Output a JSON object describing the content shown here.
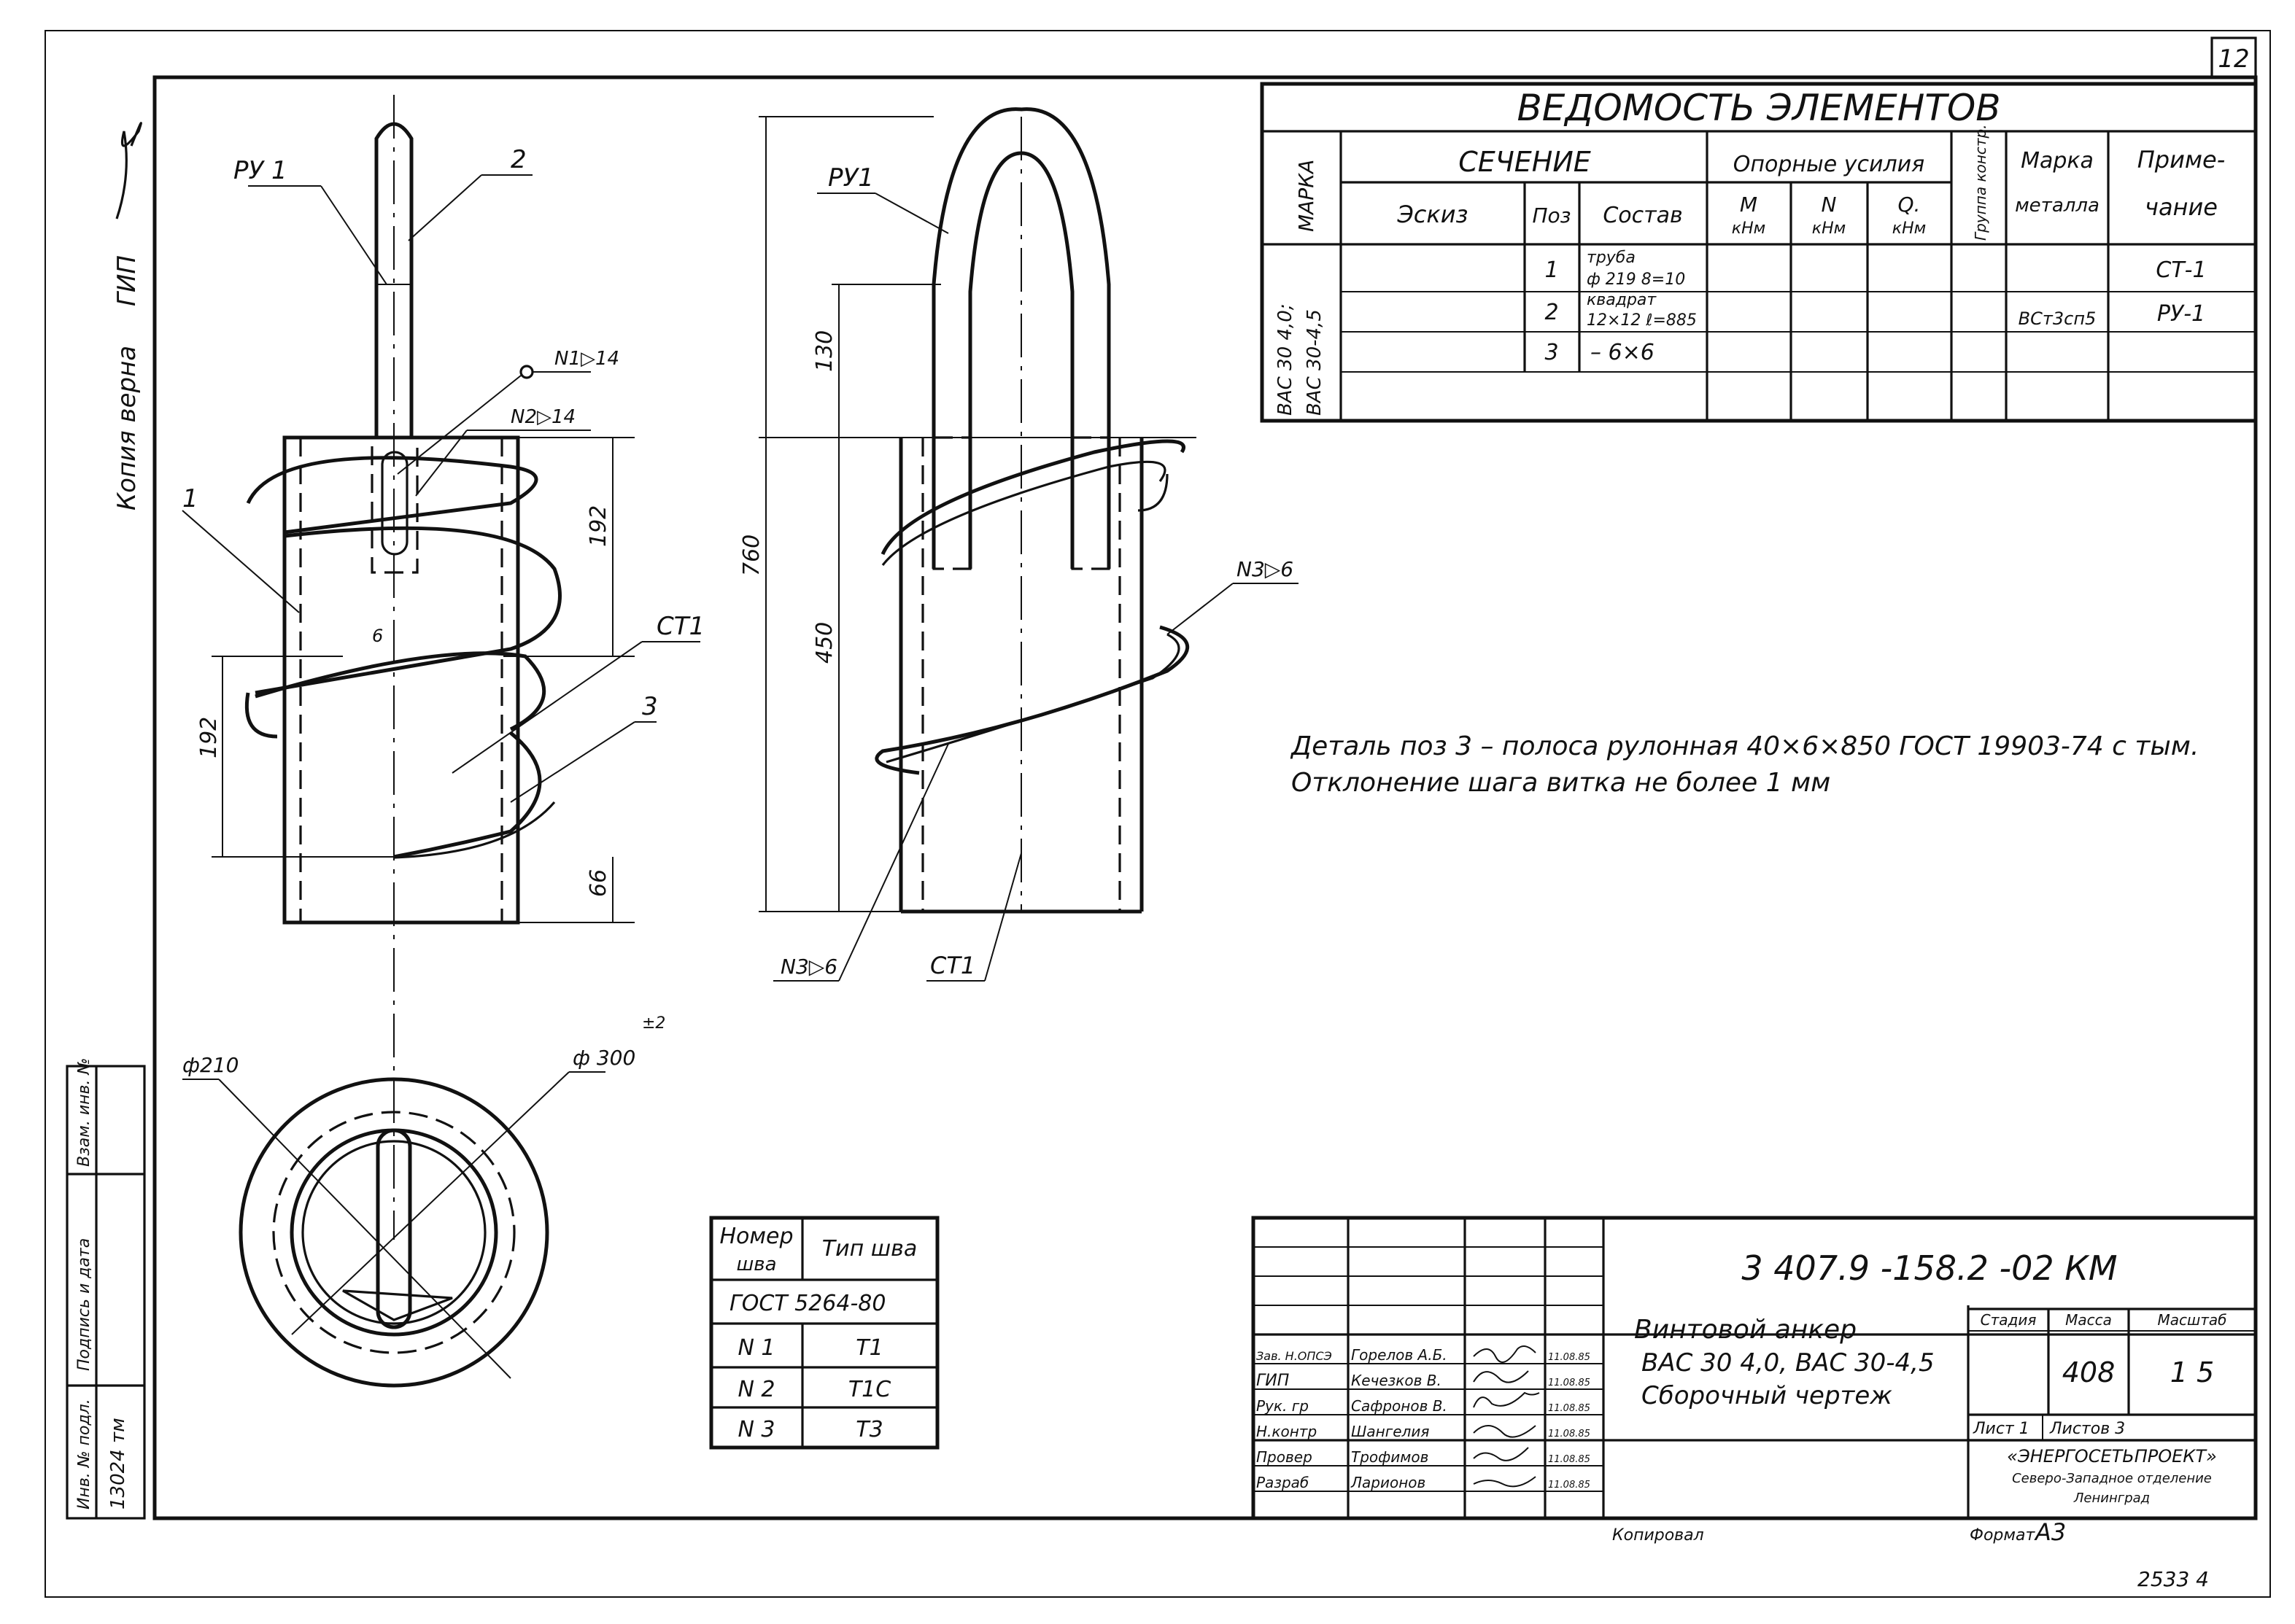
{
  "sheet_number": "12",
  "copy_note": "Копия верна",
  "gip_label": "ГИП",
  "elements_table": {
    "title": "ВЕДОМОСТЬ ЭЛЕМЕНТОВ",
    "headers": {
      "marka": "МАРКА",
      "section": "СЕЧЕНИЕ",
      "sketch": "Эскиз",
      "pos": "Поз",
      "composition": "Состав",
      "forces": "Опорные усилия",
      "m": "М",
      "n": "N",
      "q": "Q.",
      "unit": "кНм",
      "group": "Группа констр.",
      "metal_line1": "Марка",
      "metal_line2": "металла",
      "note_line1": "Приме-",
      "note_line2": "чание"
    },
    "marka_values": [
      "ВАС 30 4,0;",
      "ВАС 30-4,5"
    ],
    "rows": [
      {
        "pos": "1",
        "comp_line1": "труба",
        "comp_line2": "ф 219 8=10",
        "note": "СТ-1"
      },
      {
        "pos": "2",
        "comp_line1": "квадрат",
        "comp_line2": "12×12 ℓ=885",
        "note": "РУ-1"
      },
      {
        "pos": "3",
        "comp_line1": "– 6×6",
        "comp_line2": "",
        "note": ""
      }
    ],
    "metal": "ВСт3сп5"
  },
  "left_view": {
    "labels": {
      "ru1": "РУ 1",
      "num2": "2",
      "num1": "1",
      "num3": "3",
      "ct1": "СТ1",
      "weld1": "N1▷14",
      "weld2": "N2▷14",
      "six": "6"
    },
    "dims": {
      "d192a": "192",
      "d192b": "192",
      "d66": "66"
    }
  },
  "right_view": {
    "labels": {
      "ru1": "РУ1",
      "weld3a": "N3▷6",
      "weld3b": "N3▷6",
      "ct1": "СТ1"
    },
    "dims": {
      "d130": "130",
      "d760": "760",
      "d450": "450"
    }
  },
  "plan_view": {
    "labels": {
      "d210": "ф210",
      "d300": "ф 300",
      "tol": "±2"
    }
  },
  "notes": [
    "Деталь поз 3 – полоса рулонная 40×6×850 ГОСТ 19903-74 с тым.",
    "Отклонение шага витка не более 1 мм"
  ],
  "weld_table": {
    "header_col1_line1": "Номер",
    "header_col1_line2": "шва",
    "header_col2": "Тип шва",
    "standard": "ГОСТ 5264-80",
    "rows": [
      {
        "num": "N 1",
        "type": "Т1"
      },
      {
        "num": "N 2",
        "type": "Т1С"
      },
      {
        "num": "N 3",
        "type": "Т3"
      }
    ]
  },
  "title_block": {
    "code": "3 407.9 -158.2 -02 КМ",
    "name_line1": "Винтовой анкер",
    "name_line2": "ВАС 30 4,0, ВАС 30-4,5",
    "name_line3": "Сборочный чертеж",
    "stage_label": "Стадия",
    "mass_label": "Масса",
    "scale_label": "Масштаб",
    "mass": "408",
    "scale": "1 5",
    "sheet_label": "Лист 1",
    "sheets_label": "Листов 3",
    "org_line1": "«ЭНЕРГОСЕТЬПРОЕКТ»",
    "org_line2": "Северо-Западное отделение",
    "org_line3": "Ленинград",
    "people": [
      {
        "role": "Зав. Н.ОПСЭ",
        "name": "Горелов А.Б.",
        "date": "11.08.85"
      },
      {
        "role": "ГИП",
        "name": "Кечезков В.",
        "date": "11.08.85"
      },
      {
        "role": "Рук. гр",
        "name": "Сафронов В.",
        "date": "11.08.85"
      },
      {
        "role": "Н.контр",
        "name": "Шангелия",
        "date": "11.08.85"
      },
      {
        "role": "Провер",
        "name": "Трофимов",
        "date": "11.08.85"
      },
      {
        "role": "Разраб",
        "name": "Ларионов",
        "date": "11.08.85"
      }
    ],
    "copied_label": "Копировал",
    "format_label": "Формат",
    "format": "А3"
  },
  "side_stamp": {
    "inv_label": "Инв. № подл.",
    "sign_label": "Подпись и дата",
    "replace_label": "Взам. инв. №",
    "inv_value": "13024 тм"
  },
  "bottom_number": "2533 4"
}
